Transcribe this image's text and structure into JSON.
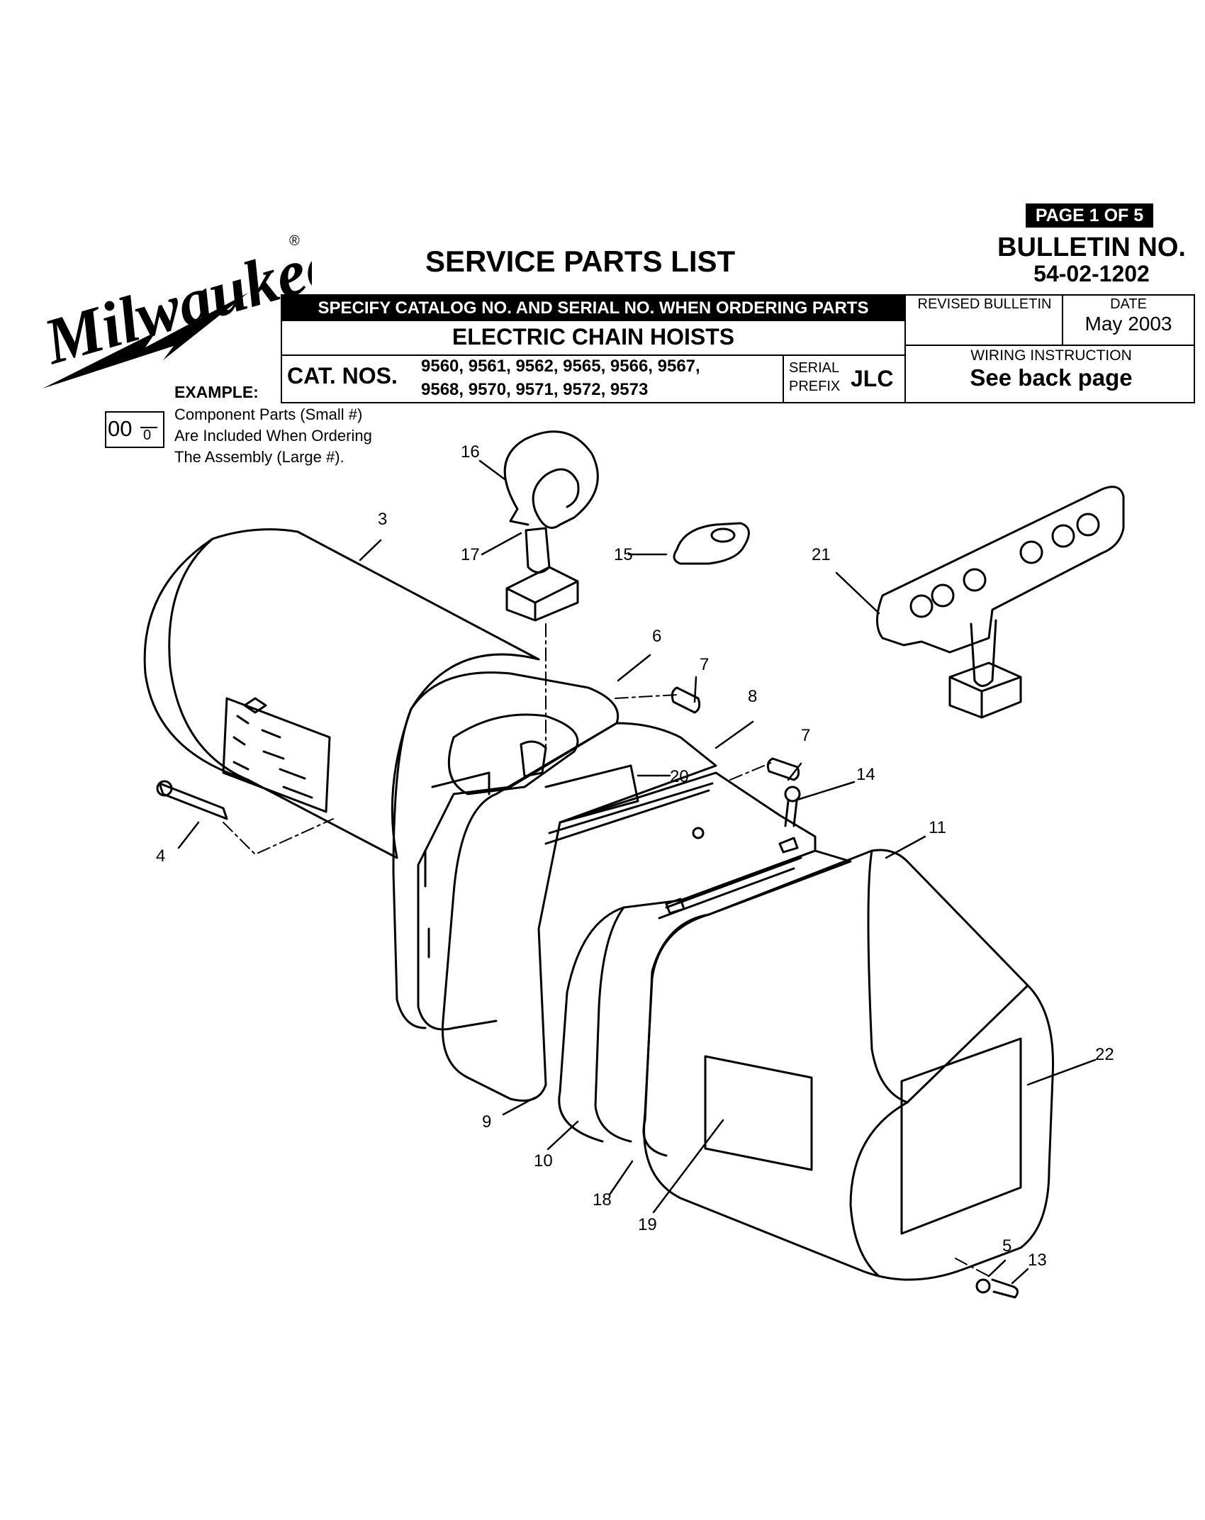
{
  "page_badge": "PAGE 1 OF 5",
  "bulletin": {
    "label": "BULLETIN NO.",
    "number": "54-02-1202"
  },
  "logo": {
    "text": "Milwaukee",
    "registered": "®"
  },
  "title": "SERVICE PARTS LIST",
  "header": {
    "specify": "SPECIFY CATALOG NO. AND SERIAL NO. WHEN ORDERING PARTS",
    "product": "ELECTRIC CHAIN HOISTS",
    "cat_label": "CAT. NOS.",
    "cat_line1": "9560, 9561, 9562, 9565, 9566, 9567,",
    "cat_line2": "9568, 9570, 9571, 9572, 9573",
    "serial_label1": "SERIAL",
    "serial_label2": "PREFIX",
    "serial_value": "JLC",
    "revised_label": "REVISED BULLETIN",
    "date_label": "DATE",
    "date_value": "May 2003",
    "wiring_label": "WIRING INSTRUCTION",
    "wiring_value": "See back page"
  },
  "example": {
    "label": "EXAMPLE:",
    "big": "00",
    "small": "0",
    "line1": "Component Parts (Small #)",
    "line2": "Are Included When Ordering",
    "line3": "The Assembly (Large #)."
  },
  "callouts": [
    "16",
    "3",
    "17",
    "15",
    "21",
    "6",
    "7",
    "8",
    "7",
    "20",
    "14",
    "4",
    "11",
    "22",
    "9",
    "10",
    "18",
    "19",
    "5",
    "13"
  ]
}
